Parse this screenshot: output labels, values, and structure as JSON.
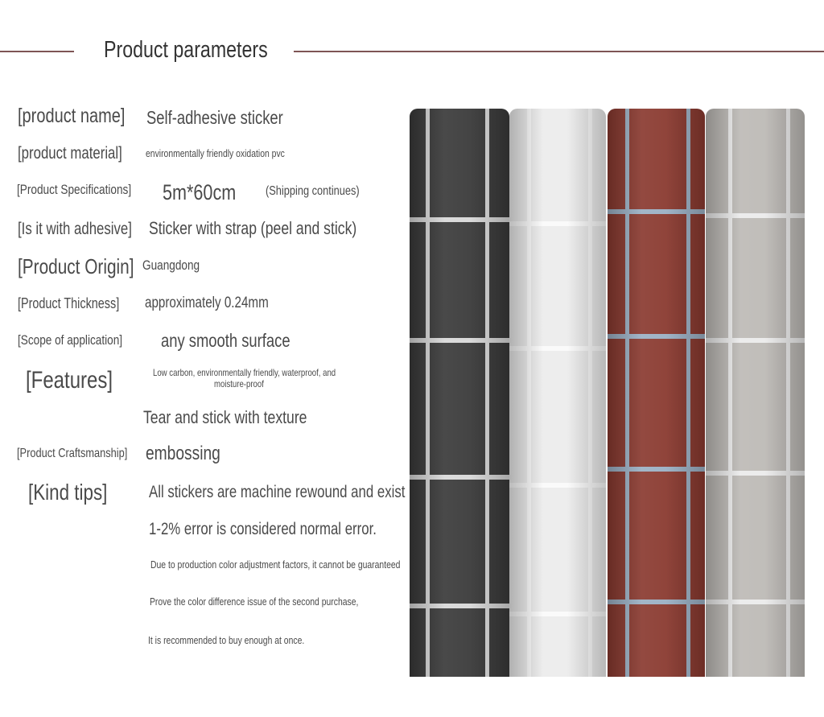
{
  "header": {
    "title": "Product parameters",
    "accent_color": "#7e5555"
  },
  "params": [
    {
      "label": "[product name]",
      "value": "Self-adhesive sticker"
    },
    {
      "label": "[product material]",
      "value": "environmentally friendly oxidation pvc"
    },
    {
      "label": "[Product Specifications]",
      "value": "5m*60cm",
      "note": "(Shipping continues)"
    },
    {
      "label": "[Is it with adhesive]",
      "value": "Sticker with strap (peel and stick)"
    },
    {
      "label": "[Product Origin]",
      "value": "Guangdong"
    },
    {
      "label": "[Product Thickness]",
      "value": "approximately 0.24mm"
    },
    {
      "label": "[Scope of application]",
      "value": "any smooth surface"
    },
    {
      "label": "[Features]",
      "value": "Low carbon, environmentally friendly, waterproof, and",
      "value2": "moisture-proof",
      "value3": "Tear and stick with texture"
    },
    {
      "label": "[Product Craftsmanship]",
      "value": "embossing"
    },
    {
      "label": "[Kind tips]",
      "lines": [
        "All stickers are machine rewound and exist",
        "1-2% error is considered normal error.",
        "Due to production color adjustment factors, it cannot be guaranteed",
        "Prove the color difference issue of the second purchase,",
        "It is recommended to buy enough at once."
      ]
    }
  ],
  "rolls": [
    {
      "name": "black",
      "color": "#3a3a3a",
      "mortar": "#d8d8d8"
    },
    {
      "name": "white",
      "color": "#ececec",
      "mortar": "#fafafa"
    },
    {
      "name": "red",
      "color": "#8a3a30",
      "mortar": "#9bb0c4"
    },
    {
      "name": "gray",
      "color": "#bdbab6",
      "mortar": "#ebebeb"
    }
  ]
}
